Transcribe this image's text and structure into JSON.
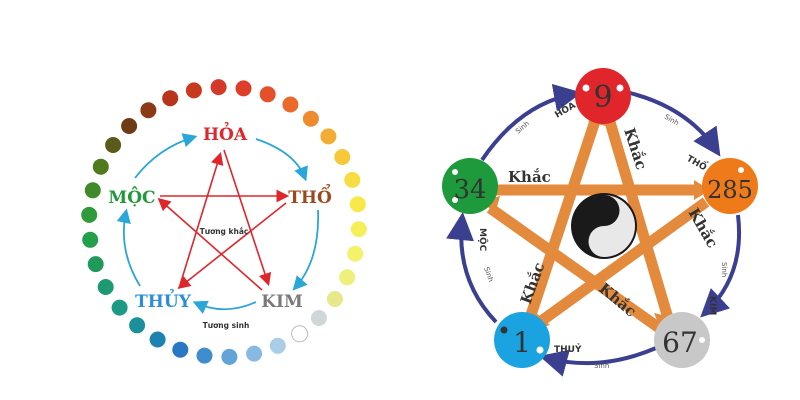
{
  "left_diagram": {
    "elements": [
      {
        "label": "HỎA",
        "color": "#e0252b"
      },
      {
        "label": "THỔ",
        "color": "#9a4a1c"
      },
      {
        "label": "KIM",
        "color": "#7a7a7a"
      },
      {
        "label": "THỦY",
        "color": "#2a8fd6"
      },
      {
        "label": "MỘC",
        "color": "#1f9a3a"
      }
    ],
    "center_text": "Tương khắc",
    "bottom_text": "Tương sinh",
    "dot_colors": [
      "#d43a2a",
      "#c83a1e",
      "#b8341c",
      "#8a3a16",
      "#6e3c14",
      "#5a5a1a",
      "#4f7a1e",
      "#3f8a2a",
      "#2f9a3a",
      "#24a04a",
      "#1f9a5a",
      "#1e9a72",
      "#1c9a86",
      "#1b8f9a",
      "#1d82b0",
      "#2a78c4",
      "#3f8ccf",
      "#62a3d8",
      "#88b9e0",
      "#aacde8",
      "#ffffff",
      "#cfd7d9",
      "#e6e88a",
      "#eef07a",
      "#f3f26a",
      "#f5f05a",
      "#f7e94a",
      "#f7dc42",
      "#f6c83a",
      "#f3ad34",
      "#ef8a2e",
      "#e96a2a",
      "#e4502a",
      "#dd3e2a"
    ]
  },
  "right_diagram": {
    "nodes": [
      {
        "numbers": "9",
        "label": "HỎA",
        "color": "#e0252b"
      },
      {
        "numbers": "285",
        "label": "THỔ",
        "color": "#ef7a1a"
      },
      {
        "numbers": "67",
        "label": "KIM",
        "color": "#c8c8c8"
      },
      {
        "numbers": "1",
        "label": "THUỶ",
        "color": "#1aa3e0"
      },
      {
        "numbers": "34",
        "label": "MỘC",
        "color": "#1e9a3c"
      }
    ],
    "star_label": "Khắc",
    "sinh_label": "Sinh",
    "star_color": "#e38a3c",
    "arrow_color": "#3b3f8f"
  }
}
